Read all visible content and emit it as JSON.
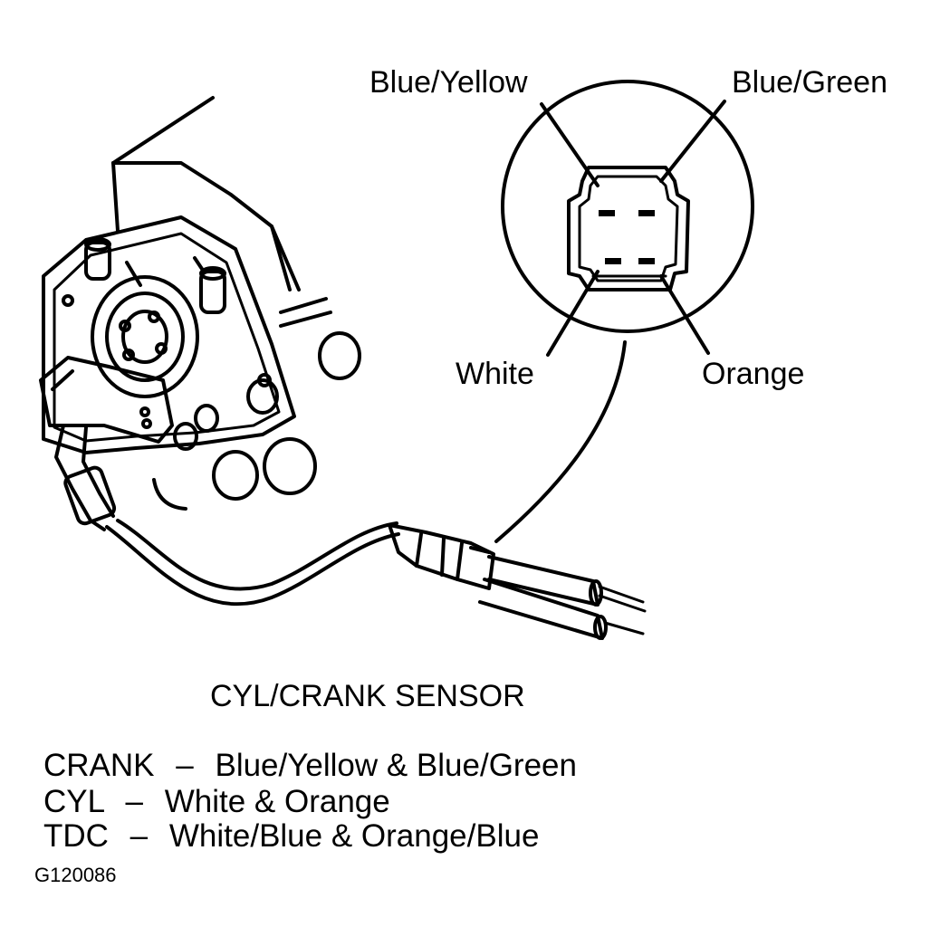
{
  "pin_labels": {
    "top_left": "Blue/Yellow",
    "top_right": "Blue/Green",
    "bottom_left": "White",
    "bottom_right": "Orange"
  },
  "caption": "CYL/CRANK SENSOR",
  "legend": [
    {
      "key": "CRANK",
      "sep": "–",
      "value": "Blue/Yellow & Blue/Green"
    },
    {
      "key": "CYL",
      "sep": "–",
      "value": "White & Orange"
    },
    {
      "key": "TDC",
      "sep": "–",
      "value": "White/Blue & Orange/Blue"
    }
  ],
  "figure_id": "G120086"
}
